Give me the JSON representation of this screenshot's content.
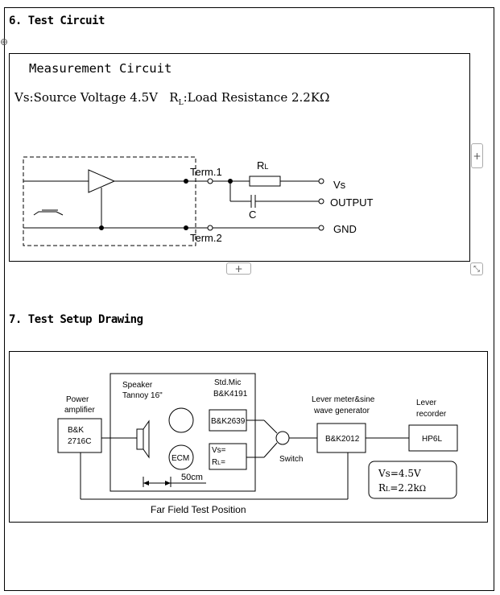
{
  "section6": {
    "heading": "6. Test Circuit",
    "title": "Measurement Circuit",
    "vs_text": "Vs:Source Voltage 4.5V",
    "rl_prefix": "R",
    "rl_sub": "L",
    "rl_text": ":Load Resistance 2.2K",
    "ohm": "Ω",
    "labels": {
      "term1": "Term.1",
      "term2": "Term.2",
      "rl_r": "R",
      "rl_sub": "L",
      "c": "C",
      "vs": "Vs",
      "output": "OUTPUT",
      "gnd": "GND"
    }
  },
  "section7": {
    "heading": "7. Test Setup Drawing",
    "labels": {
      "power_amp_1": "Power",
      "power_amp_2": "amplifier",
      "bk_amp_1": "B&K",
      "bk_amp_2": "2716C",
      "speaker_1": "Speaker",
      "speaker_2": "Tannoy 16\"",
      "stdmic_1": "Std.Mic",
      "stdmic_2": "B&K4191",
      "bk2639": "B&K2639",
      "ecm": "ECM",
      "vs_eq": "Vs=",
      "rl_r": "R",
      "rl_sub": "L",
      "rl_eq": "=",
      "distance": "50cm",
      "switch": "Switch",
      "lever_1": "Lever meter&sine",
      "lever_2": "wave generator",
      "bk2012": "B&K2012",
      "recorder_1": "Lever",
      "recorder_2": "recorder",
      "hp6l": "HP6L",
      "vs_value": "Vs=4.5V",
      "rl_value_r": "R",
      "rl_value_sub": "L",
      "rl_value": "=2.2k",
      "ohm": "Ω",
      "far_field": "Far Field Test Position"
    }
  },
  "editor": {
    "add_symbol": "+",
    "move_symbol": "⊕",
    "resize_symbol": "⤡"
  }
}
